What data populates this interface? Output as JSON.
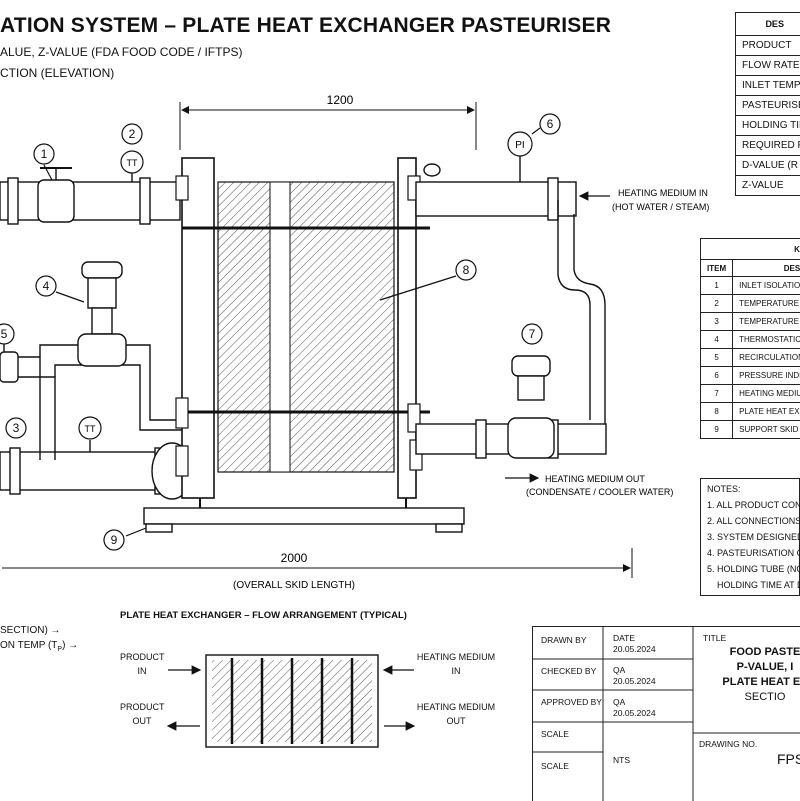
{
  "header": {
    "title": "ATION SYSTEM – PLATE HEAT EXCHANGER PASTEURISER",
    "subtitle1": "ALUE, Z-VALUE (FDA FOOD CODE / IFTPS)",
    "subtitle2": "CTION (ELEVATION)"
  },
  "dims": {
    "width_top": "1200",
    "skid_length": "2000",
    "skid_caption": "(OVERALL SKID LENGTH)"
  },
  "callouts": [
    "1",
    "2",
    "3",
    "4",
    "5",
    "6",
    "7",
    "8",
    "9"
  ],
  "instruments": {
    "tt": "TT",
    "pi": "PI"
  },
  "flow_labels": {
    "heating_in_1": "HEATING MEDIUM IN",
    "heating_in_2": "(HOT WATER / STEAM)",
    "heating_out_1": "HEATING MEDIUM OUT",
    "heating_out_2": "(CONDENSATE / COOLER WATER)"
  },
  "design_table": {
    "header": "DES",
    "rows": [
      "PRODUCT",
      "FLOW RATE (",
      "INLET TEMP",
      "PASTEURISE",
      "HOLDING TIM",
      "REQUIRED P",
      "D-VALUE (R",
      "Z-VALUE"
    ]
  },
  "key_table": {
    "header": "K",
    "col_item": "ITEM",
    "col_desc": "DESC",
    "rows": [
      {
        "item": "1",
        "desc": "INLET ISOLATIO"
      },
      {
        "item": "2",
        "desc": "TEMPERATURE T"
      },
      {
        "item": "3",
        "desc": "TEMPERATURE T"
      },
      {
        "item": "4",
        "desc": "THERMOSTATIC"
      },
      {
        "item": "5",
        "desc": "RECIRCULATION"
      },
      {
        "item": "6",
        "desc": "PRESSURE INDI"
      },
      {
        "item": "7",
        "desc": "HEATING MEDIU"
      },
      {
        "item": "8",
        "desc": "PLATE HEAT EX"
      },
      {
        "item": "9",
        "desc": "SUPPORT SKID"
      }
    ]
  },
  "notes": {
    "header": "NOTES:",
    "lines": [
      "1. ALL PRODUCT CONTA",
      "2. ALL CONNECTIONS:",
      "3. SYSTEM DESIGNED",
      "4. PASTEURISATION CO",
      "5. HOLDING TUBE (NO",
      "HOLDING TIME AT D"
    ]
  },
  "legend_left": {
    "line1": "SECTION) →",
    "line2_text": "ON TEMP (T",
    "line2_sub": "P",
    "line2_end": ") →"
  },
  "flow_arrangement": {
    "title": "PLATE HEAT EXCHANGER – FLOW ARRANGEMENT (TYPICAL)",
    "product_in_1": "PRODUCT",
    "product_in_2": "IN",
    "product_out_1": "PRODUCT",
    "product_out_2": "OUT",
    "heating_in_1": "HEATING MEDIUM",
    "heating_in_2": "IN",
    "heating_out_1": "HEATING MEDIUM",
    "heating_out_2": "OUT"
  },
  "title_block": {
    "drawn_by": "DRAWN BY",
    "checked_by": "CHECKED BY",
    "approved_by": "APPROVED BY",
    "scale": "SCALE",
    "date_label": "DATE",
    "date1": "20.05.2024",
    "qa1": "QA",
    "date2": "20.05.2024",
    "qa2": "QA",
    "date3": "20.05.2024",
    "nts": "NTS",
    "title_label": "TITLE",
    "title_1": "FOOD PASTE",
    "title_2": "P-VALUE, I",
    "title_3": "PLATE HEAT EX",
    "title_4": "SECTIO",
    "drawing_no_label": "DRAWING NO.",
    "drawing_no": "FPS"
  }
}
